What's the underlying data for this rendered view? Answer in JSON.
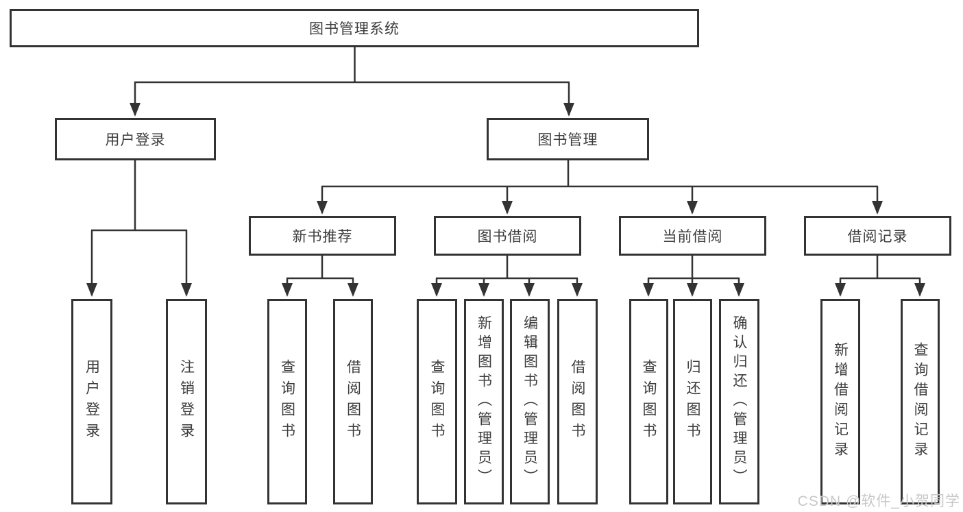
{
  "diagram": {
    "tree": {
      "label": "图书管理系统",
      "children": [
        {
          "label": "用户登录",
          "children": [
            {
              "label": "用户登录"
            },
            {
              "label": "注销登录"
            }
          ]
        },
        {
          "label": "图书管理",
          "children": [
            {
              "label": "新书推荐",
              "children": [
                {
                  "label": "查询图书"
                },
                {
                  "label": "借阅图书"
                }
              ]
            },
            {
              "label": "图书借阅",
              "children": [
                {
                  "label": "查询图书"
                },
                {
                  "label": "新增图书（管理员）"
                },
                {
                  "label": "编辑图书（管理员）"
                },
                {
                  "label": "借阅图书"
                }
              ]
            },
            {
              "label": "当前借阅",
              "children": [
                {
                  "label": "查询图书"
                },
                {
                  "label": "归还图书"
                },
                {
                  "label": "确认归还（管理员）"
                }
              ]
            },
            {
              "label": "借阅记录",
              "children": [
                {
                  "label": "新增借阅记录"
                },
                {
                  "label": "查询借阅记录"
                }
              ]
            }
          ]
        }
      ]
    },
    "colors": {
      "line": "#333333",
      "box_border": "#333333",
      "text": "#3d3d3d",
      "watermark": "#c8c8c8",
      "background": "#ffffff"
    }
  },
  "watermark": {
    "text": "CSDN @软件_小贺同学"
  }
}
